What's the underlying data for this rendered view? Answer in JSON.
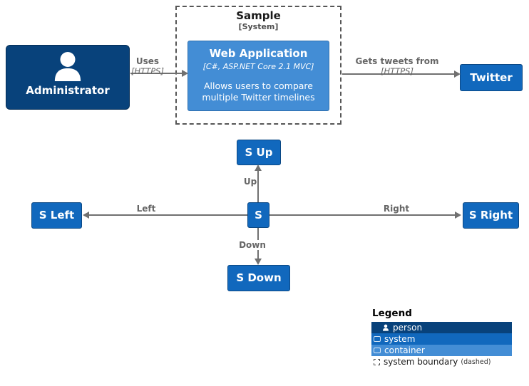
{
  "nodes": {
    "administrator": {
      "label": "Administrator"
    },
    "web_app": {
      "title": "Web Application",
      "tech": "[C#, ASP.NET Core 2.1 MVC]",
      "description": "Allows users to compare multiple Twitter timelines"
    },
    "twitter": {
      "label": "Twitter"
    },
    "s": {
      "label": "S"
    },
    "s_up": {
      "label": "S Up"
    },
    "s_down": {
      "label": "S Down"
    },
    "s_left": {
      "label": "S Left"
    },
    "s_right": {
      "label": "S Right"
    }
  },
  "boundary": {
    "title": "Sample",
    "subtitle": "[System]"
  },
  "edges": {
    "uses": {
      "label": "Uses",
      "tech": "[HTTPS]"
    },
    "gets_tweets": {
      "label": "Gets tweets from",
      "tech": "[HTTPS]"
    },
    "up": {
      "label": "Up"
    },
    "down": {
      "label": "Down"
    },
    "left": {
      "label": "Left"
    },
    "right": {
      "label": "Right"
    }
  },
  "legend": {
    "title": "Legend",
    "person": "person",
    "system": "system",
    "container": "container",
    "boundary_label": "system boundary",
    "boundary_note": "(dashed)"
  },
  "colors": {
    "person": "#08427b",
    "system": "#1168bd",
    "container": "#438dd5",
    "arrow": "#707070",
    "edge_label": "#666666"
  }
}
